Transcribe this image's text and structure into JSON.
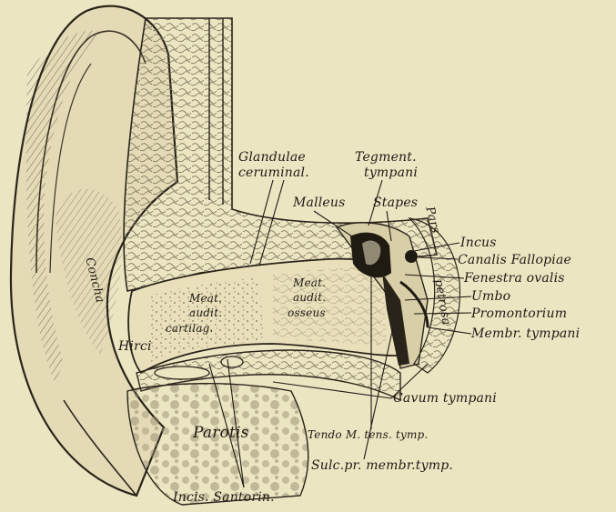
{
  "figure": {
    "labels": {
      "glandulae": "Glandulae",
      "ceruminal": "ceruminal.",
      "tegment": "Tegment.",
      "tympani_upper": "tympani",
      "malleus": "Malleus",
      "stapes": "Stapes",
      "pars": "Pars",
      "petrosa": "petrosa",
      "incus": "Incus",
      "canalis_fallopiae": "Canalis Fallopiae",
      "fenestra_ovalis": "Fenestra ovalis",
      "umbo": "Umbo",
      "promontorium": "Promontorium",
      "membr_tympani": "Membr. tympani",
      "cavum_tympani": "Cavum tympani",
      "tendo_m_tens_tymp": "Tendo M. tens. tymp.",
      "sulc_pr_membr_tymp": "Sulc.pr. membr.tymp.",
      "incis_santorin": "Incis. Santorin.",
      "parotis": "Parotis",
      "concha": "Concha",
      "hirci": "Hirci",
      "meat_audit_cartilag": [
        "Meat.",
        "audit.",
        "cartilag."
      ],
      "meat_audit_osseus": [
        "Meat.",
        "audit.",
        "osseus"
      ]
    }
  }
}
